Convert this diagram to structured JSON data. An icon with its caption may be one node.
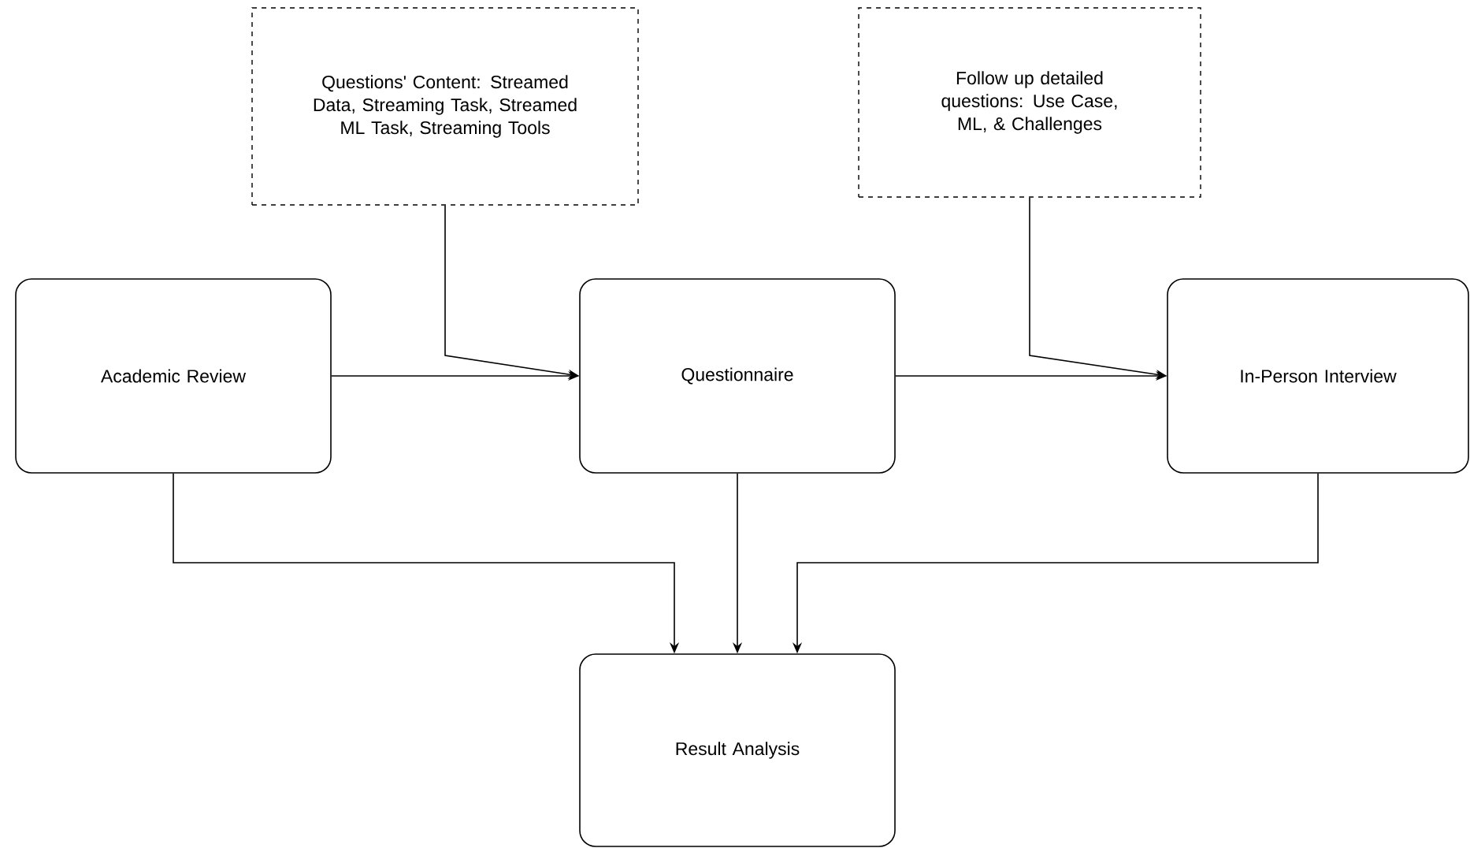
{
  "diagram": {
    "nodes": [
      {
        "text": [
          "Academic Review"
        ]
      },
      {
        "text": [
          "Questions' Content: Streamed Data, Streaming Task, Streamed ML Task, Streaming Tools"
        ]
      },
      {
        "text": [
          "Questionnaire"
        ]
      },
      {
        "text": [
          "Follow up detailed questions: Use Case, ML, & Challenges"
        ]
      },
      {
        "text": [
          "In-Person Interview"
        ]
      },
      {
        "text": [
          "Result Analysis"
        ]
      }
    ],
    "edges": [
      {
        "from": 0,
        "to": 2,
        "arrow": "to"
      },
      {
        "from": 1,
        "to": 2,
        "arrow": "to"
      },
      {
        "from": 2,
        "to": 4,
        "arrow": "to"
      },
      {
        "from": 3,
        "to": 4,
        "arrow": "to"
      },
      {
        "from": 0,
        "to": 5,
        "arrow": "to"
      },
      {
        "from": 2,
        "to": 5,
        "arrow": "to"
      },
      {
        "from": 4,
        "to": 5,
        "arrow": "to"
      }
    ]
  }
}
